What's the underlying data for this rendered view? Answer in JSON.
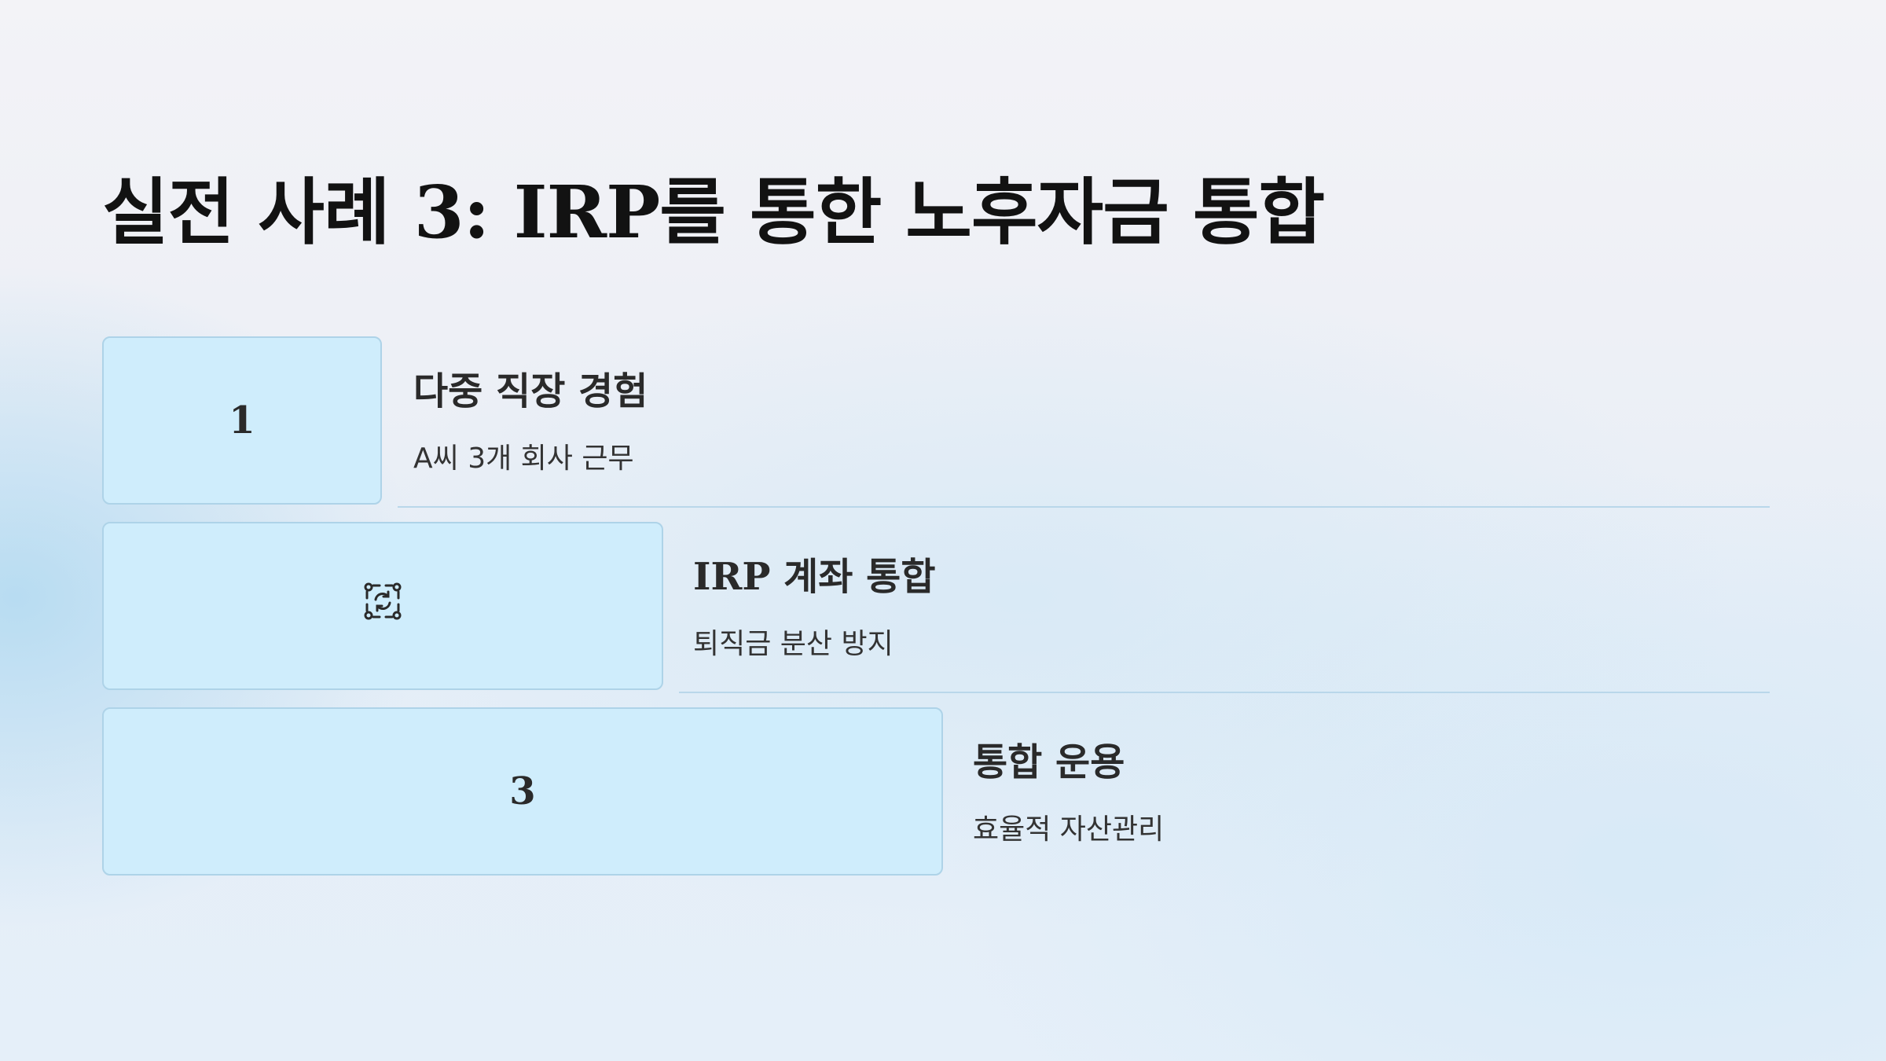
{
  "slide": {
    "title": "실전 사례 3: IRP를 통한 노후자금 통합",
    "steps": [
      {
        "marker": "1",
        "title": "다중 직장 경험",
        "description": "A씨 3개 회사 근무"
      },
      {
        "marker_icon": "sync-arrows-icon",
        "title": "IRP 계좌 통합",
        "description": "퇴직금 분산 방지"
      },
      {
        "marker": "3",
        "title": "통합 운용",
        "description": "효율적 자산관리"
      }
    ]
  },
  "colors": {
    "box_fill": "#cfedfc",
    "box_border": "#aed3e8",
    "divider": "#b9d7ea",
    "title_text": "#121212"
  }
}
